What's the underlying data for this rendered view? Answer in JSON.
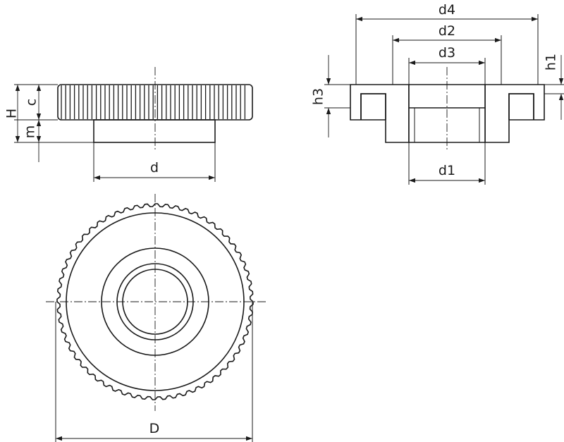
{
  "colors": {
    "line": "#1a1a1a",
    "section_fill": "#f8dcc8",
    "background": "#ffffff"
  },
  "side_view": {
    "labels": {
      "H": "H",
      "c": "c",
      "m": "m",
      "d": "d"
    }
  },
  "section_view": {
    "labels": {
      "d4": "d4",
      "d2": "d2",
      "d3": "d3",
      "d1": "d1",
      "h1": "h1",
      "h3": "h3"
    }
  },
  "top_view": {
    "labels": {
      "D": "D"
    },
    "knurl_teeth": 60
  }
}
